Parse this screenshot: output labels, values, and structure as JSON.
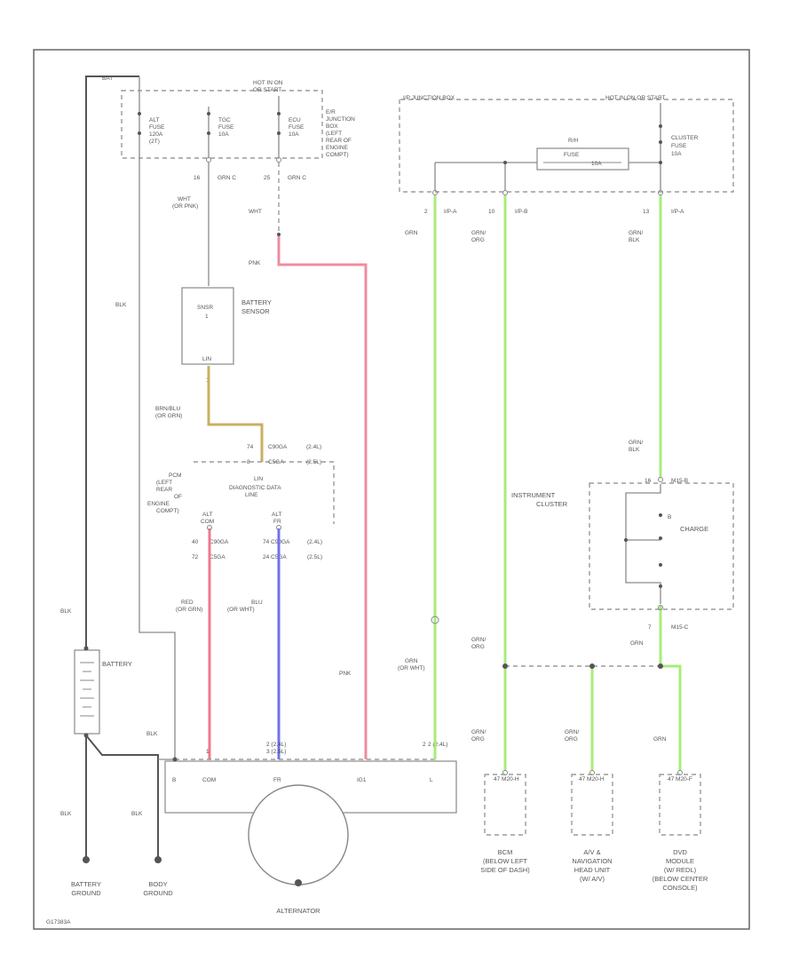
{
  "labels": {
    "hot_run_top": "HOT IN ON",
    "hot_run_top2": "OR START",
    "alt_fuse": [
      "ALT",
      "FUSE",
      "120A",
      "(2T)"
    ],
    "tgc_fuse": [
      "TGC",
      "FUSE",
      "10A"
    ],
    "ecu_fuse": [
      "ECU",
      "FUSE",
      "10A"
    ],
    "e_r_box": [
      "E/R",
      "JUNCTION",
      "BOX",
      "(LEFT",
      "REAR OF",
      "ENGINE",
      "COMPT)"
    ],
    "conn_g16": "16",
    "conn_grn1": "GRN C",
    "conn_g25": "25",
    "conn_grn2": "GRN C",
    "wht1": "WHT",
    "or_pnk": "(OR PNK)",
    "wht2": "WHT",
    "pnk_top": "PNK",
    "bnk_lbl": "BLK",
    "sensor_lbl": "SNSR",
    "sensor_num": "1",
    "battery_sensor": [
      "BATTERY",
      "SENSOR"
    ],
    "lin": "LIN",
    "sensor_pin": "1",
    "brn_wire": [
      "BRN/BLU",
      "(OR GRN)"
    ],
    "conn_row1": [
      "74",
      "C90GA",
      "(2.4L)"
    ],
    "conn_row2": [
      "8",
      "C5GA",
      "(2.5L)"
    ],
    "pcm_loc": [
      "PCM",
      "(LEFT",
      "REAR",
      "OF",
      "ENGINE",
      "COMPT)"
    ],
    "lin_lbl": "LIN",
    "diag_line": [
      "DIAGNOSTIC DATA",
      "LINE"
    ],
    "alt_com": [
      "ALT",
      "COM"
    ],
    "alt_fr": [
      "ALT",
      "FR"
    ],
    "pin_rows_left": [
      "40",
      "C90GA",
      "72",
      "C5GA"
    ],
    "pin_rows_right": [
      "74 C90GA",
      "(2.4L)",
      "24 C5GA",
      "(2.5L)"
    ],
    "red_or_grn": [
      "RED",
      "(OR GRN)"
    ],
    "blu_or_wht": [
      "BLU",
      "(OR WHT)"
    ],
    "pnk_bottom": "PNK",
    "blk_left": "BLK",
    "battery_label": "BATTERY",
    "blk_batt": "BLK",
    "blk_g1": "BLK",
    "blk_g2": "BLK",
    "battery_ground": [
      "BATTERY",
      "GROUND"
    ],
    "body_ground": [
      "BODY",
      "GROUND"
    ],
    "alt_pins": [
      "1",
      "2 (2.4L)",
      "3 (2.5L)",
      "2",
      "2 (2.4L)"
    ],
    "alt_terminals": [
      "B",
      "COM",
      "FR",
      "IG1",
      "L"
    ],
    "alternator": "ALTERNATOR",
    "ip_jbox": "I/P JUNCTION BOX",
    "hot_run_right": "HOT IN ON OR START",
    "r_h_fuse": [
      "R/H",
      "FUSE",
      "10A"
    ],
    "cluster_fuse": [
      "CLUSTER",
      "FUSE",
      "10A"
    ],
    "ip_conn": [
      "2",
      "I/P-A",
      "10",
      "I/P-B",
      "13",
      "I/P-A"
    ],
    "grn1": "GRN",
    "grn_org1": [
      "GRN/",
      "ORG"
    ],
    "grn_blk1": [
      "GRN/",
      "BLK"
    ],
    "grn_blk2": [
      "GRN/",
      "BLK"
    ],
    "m_conn": [
      "16",
      "M15-B"
    ],
    "instrument_cluster": [
      "INSTRUMENT",
      "CLUSTER"
    ],
    "charge": "CHARGE",
    "pin_b": "B",
    "m15c": [
      "7",
      "M15-C"
    ],
    "grn_org2": [
      "GRN/",
      "ORG"
    ],
    "grn_or_wht": [
      "GRN",
      "(OR WHT)"
    ],
    "grn_org3": [
      "GRN/",
      "ORG"
    ],
    "grn_org4": [
      "GRN/",
      "ORG"
    ],
    "grn_end": "GRN",
    "bcm_conn": "47 M20-H",
    "av_conn": "47 M20-H",
    "dvd_conn": "47 M20-F",
    "bcm": [
      "BCM",
      "(BELOW LEFT",
      "SIDE OF DASH)"
    ],
    "av_unit": [
      "A/V &",
      "NAVIGATION",
      "HEAD UNIT",
      "(W/ A/V)"
    ],
    "dvd": [
      "DVD",
      "MODULE",
      "(W/ REDL)",
      "(BELOW CENTER",
      "CONSOLE)"
    ],
    "page_code": "G17383A",
    "bat_top": "BAT"
  },
  "colors": {
    "wire_pink": "#f08ca0",
    "wire_red": "#f0788c",
    "wire_blue": "#7070f0",
    "wire_green": "#a8ec7a",
    "wire_brown": "#c8b060",
    "wire_gray": "#8a8a8a",
    "wire_dark": "#555555",
    "frame": "#666666"
  }
}
